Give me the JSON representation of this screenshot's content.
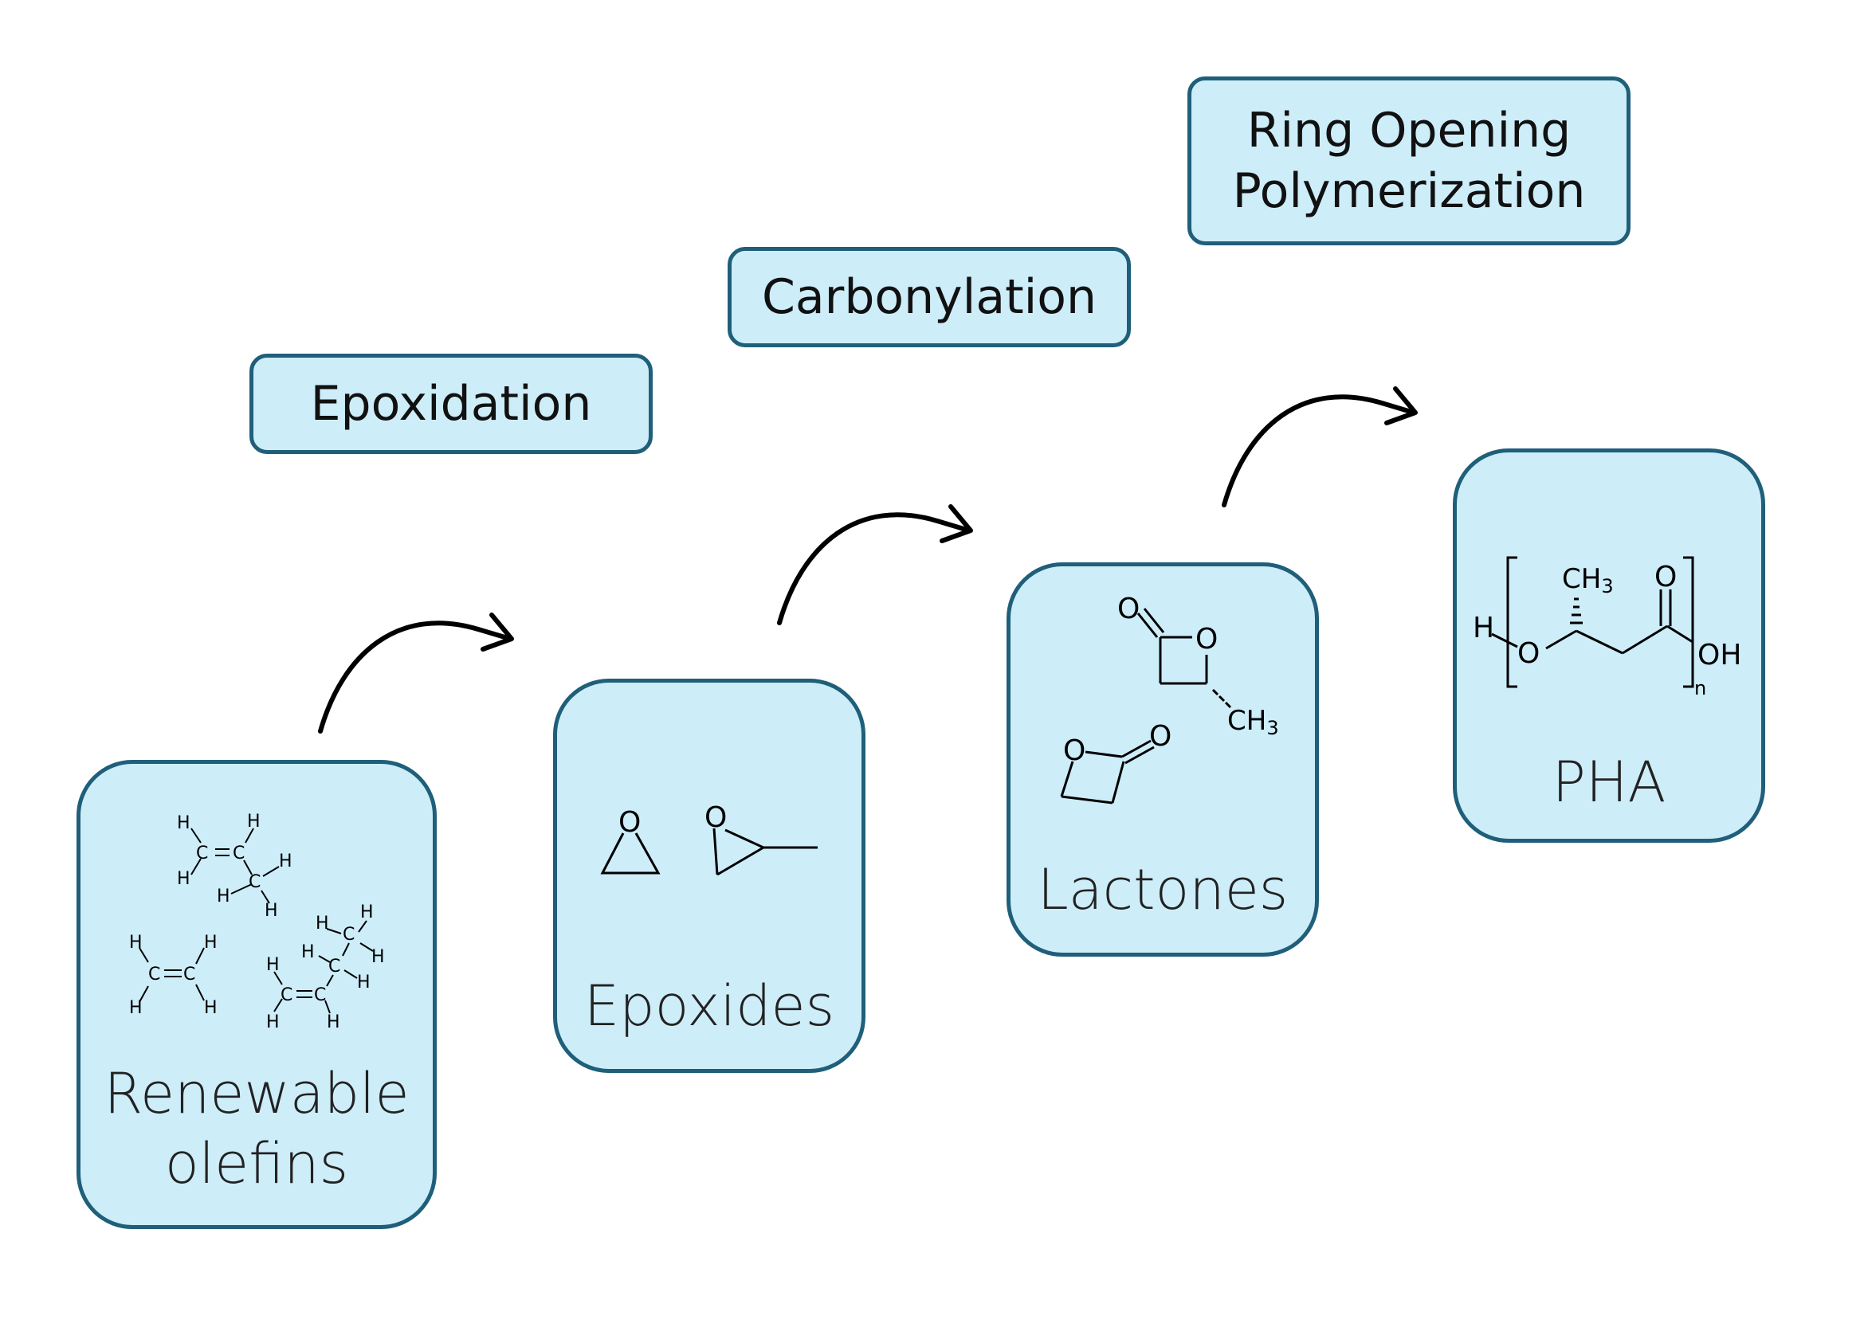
{
  "steps": {
    "epoxidation": "Epoxidation",
    "carbonylation": "Carbonylation",
    "ring_opening": {
      "line1": "Ring Opening",
      "line2": "Polymerization"
    }
  },
  "stages": {
    "olefins": {
      "line1": "Renewable",
      "line2": "olefins"
    },
    "epoxides": {
      "label": "Epoxides"
    },
    "lactones": {
      "label": "Lactones"
    },
    "pha": {
      "label": "PHA"
    }
  },
  "chem": {
    "H": "H",
    "C": "C",
    "O": "O",
    "OH": "OH",
    "n": "n",
    "CH": "CH",
    "sub3": "3",
    "eq": "="
  },
  "colors": {
    "box_fill": "#cdedf9",
    "box_border": "#1f5f7a",
    "arrow": "#000000"
  }
}
